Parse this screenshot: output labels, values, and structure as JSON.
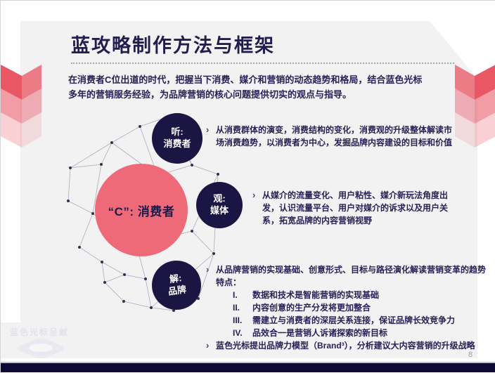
{
  "slide": {
    "title": "蓝攻略制作方法与框架",
    "intro": "在消费者C位出道的时代，把握当下消费、媒介和营销的动态趋势和格局，结合蓝色光标多年的营销服务经验，为品牌营销的核心问题提供切实的观点与指导。",
    "watermark": "蓝色光标呈献",
    "page_number": "8"
  },
  "diagram": {
    "center_circle": {
      "label": "“C”: 消费者"
    },
    "listen_circle": {
      "title": "听:",
      "subtitle": "消费者"
    },
    "observe_circle": {
      "title": "观:",
      "subtitle": "媒体"
    },
    "decode_circle": {
      "title": "解:",
      "subtitle": "品牌"
    }
  },
  "bullets": {
    "listen": {
      "marker": "›",
      "text": "从消费群体的演变，消费结构的变化，消费观的升级整体解读市场消费趋势，以消费者为中心，发掘品牌内容建设的目标和价值"
    },
    "observe": {
      "marker": "›",
      "text": "从媒介的流量变化、用户粘性、媒介新玩法角度出发，认识流量平台、用户对媒介的诉求以及用户关系，拓宽品牌的内容营销视野"
    },
    "decode": {
      "marker": "›",
      "lead": "从品牌营销的实现基础、创意形式、目标与路径演化解读营销变革的趋势特点：",
      "items": [
        {
          "num": "I.",
          "text": "数据和技术是智能营销的实现基础"
        },
        {
          "num": "II.",
          "text": "内容创意的生产分发将更加整合"
        },
        {
          "num": "III.",
          "text": "需建立与消费者的深层关系连接，保证品牌长效竞争力"
        },
        {
          "num": "IV.",
          "text": "品效合一是营销人诉诸探索的新目标"
        }
      ],
      "extra_marker": "›",
      "extra": "蓝色光标提出品牌力模型（Brand³），分析建议大内容营销的升级战略"
    }
  },
  "colors": {
    "navy_circle": "#1a1543",
    "pink_circle": "#ee6a78",
    "title_navy": "#221d4f",
    "panel_gray": "#f2f2f2",
    "bottom_bar_navy": "#0c0935",
    "accent_red": "#e84d5c"
  }
}
